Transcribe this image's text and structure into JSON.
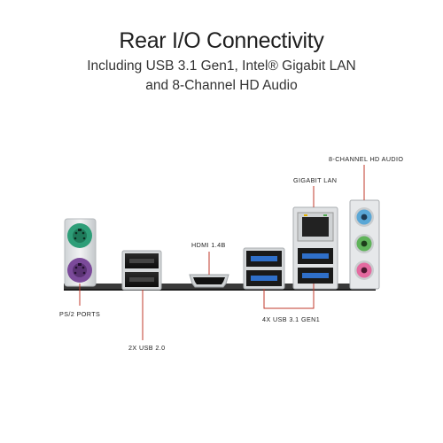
{
  "header": {
    "title": "Rear I/O Connectivity",
    "subtitle_line1": "Including USB 3.1 Gen1, Intel® Gigabit LAN",
    "subtitle_line2": "and 8-Channel HD Audio"
  },
  "labels": {
    "ps2": "PS/2 PORTS",
    "usb20": "2X USB 2.0",
    "hdmi": "HDMI 1.4B",
    "usb31": "4X USB 3.1 GEN1",
    "lan": "GIGABIT LAN",
    "audio": "8-CHANNEL HD AUDIO"
  },
  "colors": {
    "ps2_mouse": "#2e9e78",
    "ps2_keyboard": "#7b4a9a",
    "usb2_insert": "#1a1a1a",
    "usb3_insert": "#2f6fc9",
    "callout_line": "#c0392b",
    "audio_blue": "#5aa7d6",
    "audio_green": "#5fb35a",
    "audio_pink": "#e46aa0"
  }
}
